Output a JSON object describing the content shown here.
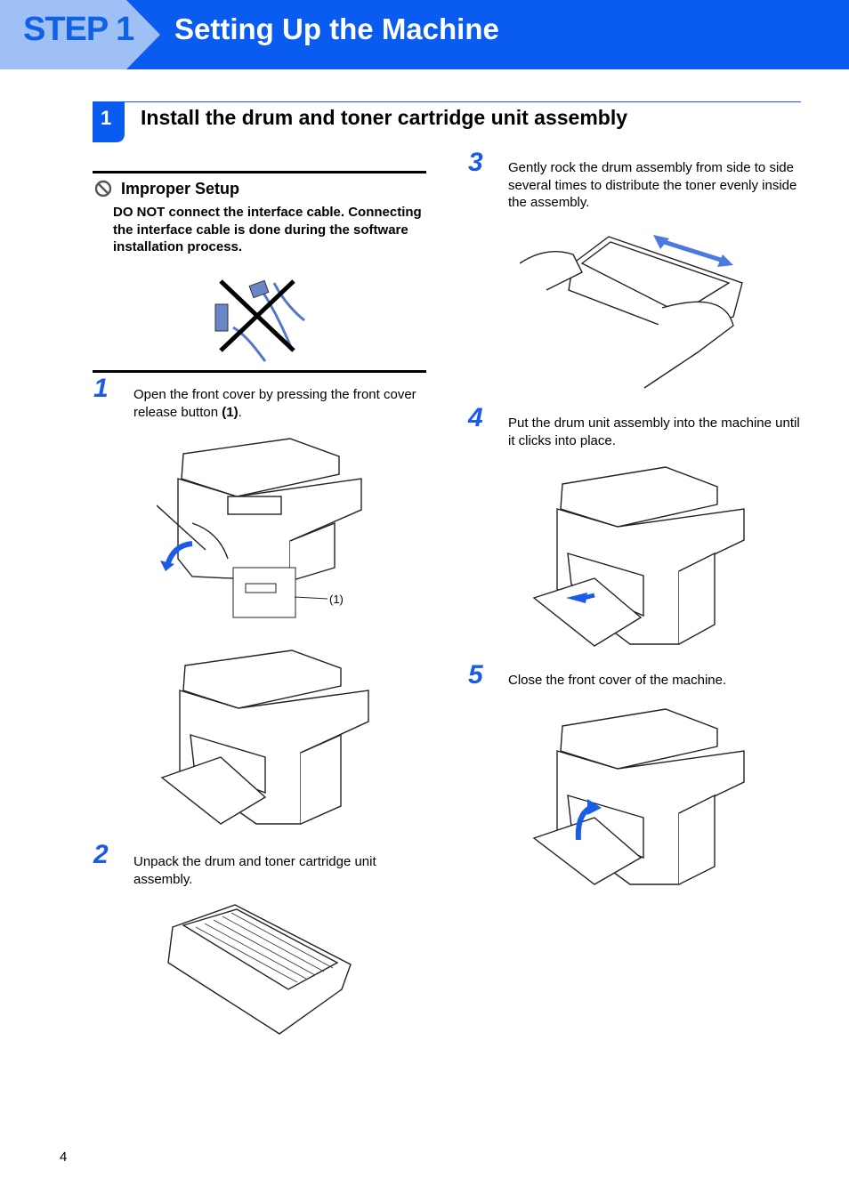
{
  "header": {
    "step_label": "STEP 1",
    "title": "Setting Up the Machine"
  },
  "section": {
    "number": "1",
    "title": "Install the drum and toner cartridge unit assembly"
  },
  "improper_setup": {
    "icon": "prohibited-icon",
    "title": "Improper Setup",
    "body": "DO NOT connect the interface cable. Connecting the interface cable is done during the software installation process."
  },
  "steps": [
    {
      "number": "1",
      "text_before": "Open the front cover by pressing the front cover release button ",
      "text_bold": "(1)",
      "text_after": ".",
      "callout": "(1)"
    },
    {
      "number": "2",
      "text": "Unpack the drum and toner cartridge unit assembly."
    },
    {
      "number": "3",
      "text": "Gently rock the drum assembly from side to side several times to distribute the toner evenly inside the assembly."
    },
    {
      "number": "4",
      "text": "Put the drum unit assembly into the machine until it clicks into place."
    },
    {
      "number": "5",
      "text": "Close the front cover of the machine."
    }
  ],
  "colors": {
    "accent": "#0a5cf0",
    "arrow": "#1a5ce8"
  },
  "page_number": "4"
}
